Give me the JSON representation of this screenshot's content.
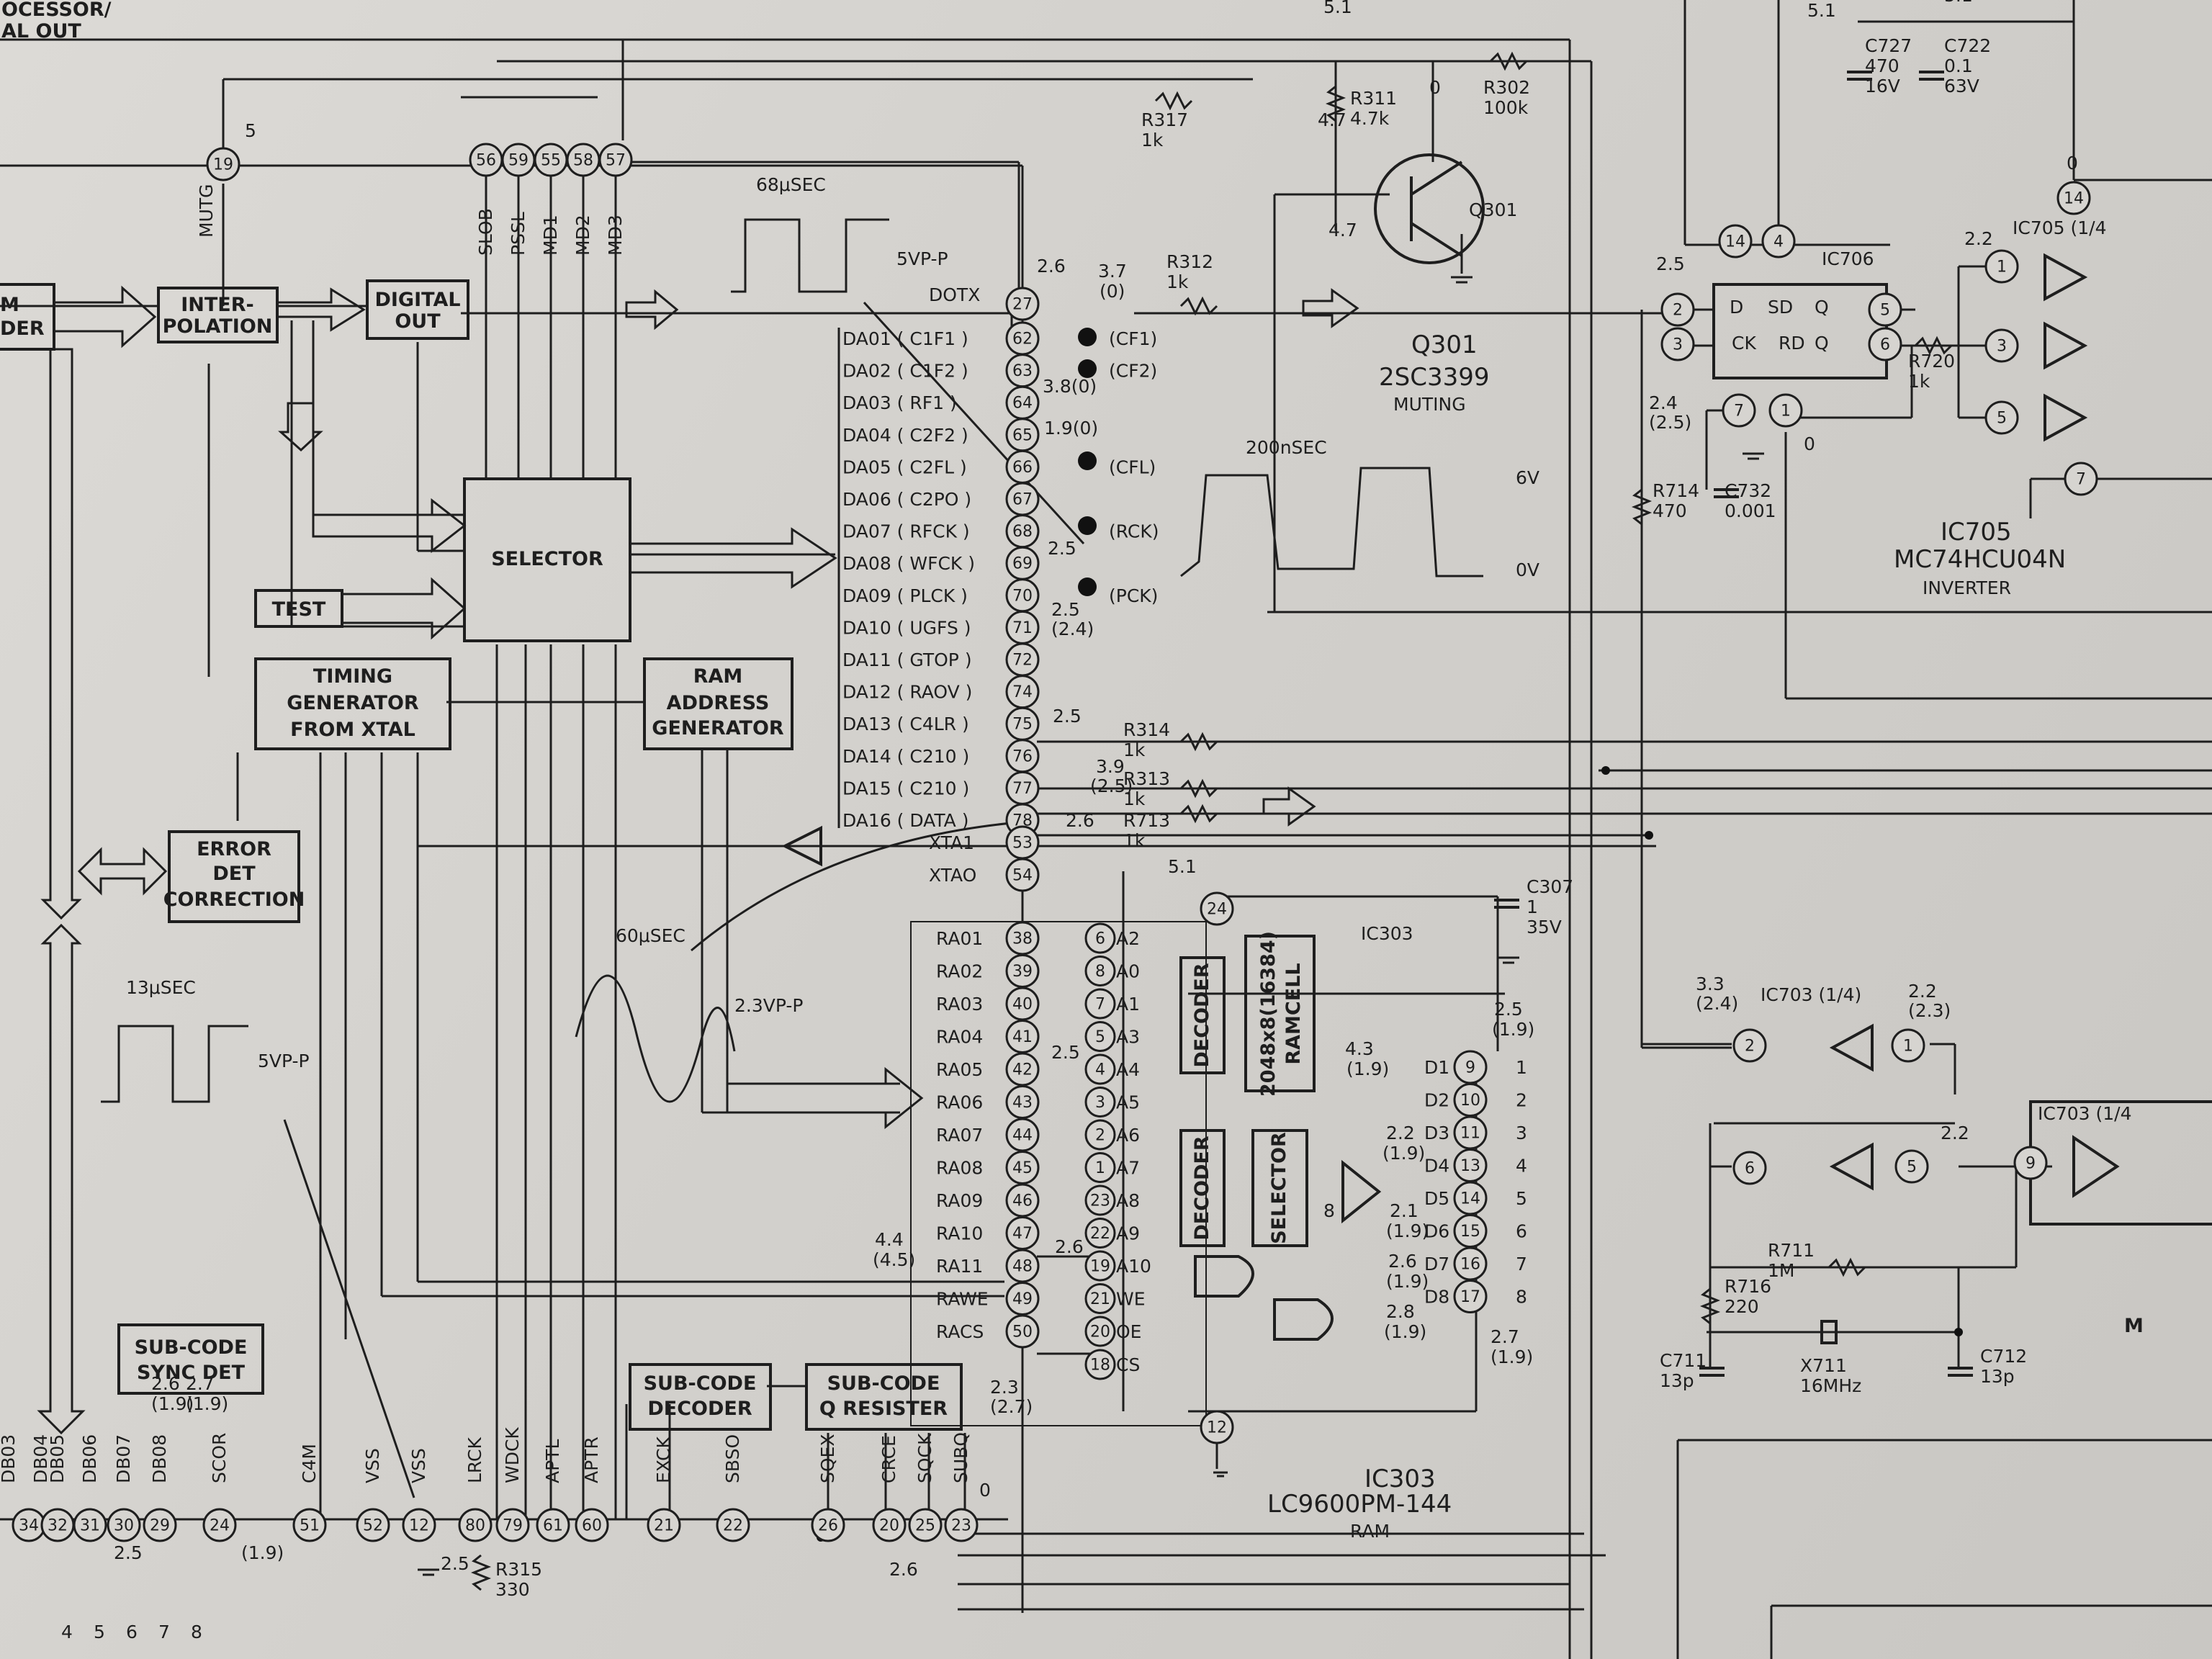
{
  "top_left": {
    "line1": "OCESSOR/",
    "line2": "AL OUT"
  },
  "blocks": {
    "left_cut": [
      "M",
      "DER"
    ],
    "interpolation": [
      "INTER-",
      "POLATION"
    ],
    "digital_out": [
      "DIGITAL",
      "OUT"
    ],
    "selector": "SELECTOR",
    "test": "TEST",
    "timing": [
      "TIMING",
      "GENERATOR",
      "FROM XTAL"
    ],
    "ram_addr": [
      "RAM",
      "ADDRESS",
      "GENERATOR"
    ],
    "error": [
      "ERROR",
      "DET",
      "CORRECTION"
    ],
    "subcode_sync": [
      "SUB-CODE",
      "SYNC DET"
    ],
    "subcode_dec": [
      "SUB-CODE",
      "DECODER"
    ],
    "subcode_q": [
      "SUB-CODE",
      "Q RESISTER"
    ],
    "decoder": "DECODER",
    "ramcell": [
      "2048x8(16384)",
      "RAMCELL"
    ],
    "selector2": "SELECTOR"
  },
  "top_pins": {
    "mutg_pin": "19",
    "mutg": "MUTG",
    "pins": [
      {
        "num": "56",
        "name": "SLOB"
      },
      {
        "num": "59",
        "name": "PSSL"
      },
      {
        "num": "55",
        "name": "MD1"
      },
      {
        "num": "58",
        "name": "MD2"
      },
      {
        "num": "57",
        "name": "MD3"
      }
    ]
  },
  "waveforms": {
    "w68": "68μSEC",
    "w68v": "5VP-P",
    "w200": "200nSEC",
    "v6": "6V",
    "v0": "0V",
    "w60": "60μSEC",
    "w60v": "2.3VP-P",
    "w13": "13μSEC",
    "w13v": "5VP-P"
  },
  "dotx": {
    "label": "DOTX",
    "pin": "27"
  },
  "da_rows": [
    {
      "label": "DA01 ( C1F1 )",
      "pin": "62",
      "test": "(CF1)"
    },
    {
      "label": "DA02 ( C1F2 )",
      "pin": "63",
      "test": "(CF2)"
    },
    {
      "label": "DA03 ( RF1 )",
      "pin": "64",
      "test": ""
    },
    {
      "label": "DA04 ( C2F2 )",
      "pin": "65",
      "test": ""
    },
    {
      "label": "DA05 ( C2FL )",
      "pin": "66",
      "test": "(CFL)"
    },
    {
      "label": "DA06 ( C2PO )",
      "pin": "67",
      "test": ""
    },
    {
      "label": "DA07 ( RFCK )",
      "pin": "68",
      "test": "(RCK)"
    },
    {
      "label": "DA08 ( WFCK )",
      "pin": "69",
      "test": ""
    },
    {
      "label": "DA09 ( PLCK )",
      "pin": "70",
      "test": "(PCK)"
    },
    {
      "label": "DA10 ( UGFS )",
      "pin": "71",
      "test": ""
    },
    {
      "label": "DA11 ( GTOP )",
      "pin": "72",
      "test": ""
    },
    {
      "label": "DA12 ( RAOV )",
      "pin": "74",
      "test": ""
    },
    {
      "label": "DA13 ( C4LR )",
      "pin": "75",
      "test": ""
    },
    {
      "label": "DA14 ( C210 )",
      "pin": "76",
      "test": ""
    },
    {
      "label": "DA15 ( C210 )",
      "pin": "77",
      "test": ""
    },
    {
      "label": "DA16 ( DATA )",
      "pin": "78",
      "test": ""
    }
  ],
  "xta": [
    {
      "label": "XTA1",
      "pin": "53"
    },
    {
      "label": "XTAO",
      "pin": "54"
    }
  ],
  "ra_rows": [
    {
      "label": "RA01",
      "pin": "38",
      "rpin": "6",
      "addr": "A2"
    },
    {
      "label": "RA02",
      "pin": "39",
      "rpin": "8",
      "addr": "A0"
    },
    {
      "label": "RA03",
      "pin": "40",
      "rpin": "7",
      "addr": "A1"
    },
    {
      "label": "RA04",
      "pin": "41",
      "rpin": "5",
      "addr": "A3"
    },
    {
      "label": "RA05",
      "pin": "42",
      "rpin": "4",
      "addr": "A4"
    },
    {
      "label": "RA06",
      "pin": "43",
      "rpin": "3",
      "addr": "A5"
    },
    {
      "label": "RA07",
      "pin": "44",
      "rpin": "2",
      "addr": "A6"
    },
    {
      "label": "RA08",
      "pin": "45",
      "rpin": "1",
      "addr": "A7"
    },
    {
      "label": "RA09",
      "pin": "46",
      "rpin": "23",
      "addr": "A8"
    },
    {
      "label": "RA10",
      "pin": "47",
      "rpin": "22",
      "addr": "A9"
    },
    {
      "label": "RA11",
      "pin": "48",
      "rpin": "19",
      "addr": "A10"
    },
    {
      "label": "RAWE",
      "pin": "49",
      "rpin": "21",
      "addr": "WE"
    },
    {
      "label": "RACS",
      "pin": "50",
      "rpin": "20",
      "addr": "OE"
    }
  ],
  "cs": {
    "rpin": "18",
    "addr": "CS"
  },
  "ic303_pins": {
    "vcc": "24",
    "gnd": "12"
  },
  "d_rows": [
    {
      "label": "D1",
      "pin": "9",
      "n": "1"
    },
    {
      "label": "D2",
      "pin": "10",
      "n": "2"
    },
    {
      "label": "D3",
      "pin": "11",
      "n": "3"
    },
    {
      "label": "D4",
      "pin": "13",
      "n": "4"
    },
    {
      "label": "D5",
      "pin": "14",
      "n": "5"
    },
    {
      "label": "D6",
      "pin": "15",
      "n": "6"
    },
    {
      "label": "D7",
      "pin": "16",
      "n": "7"
    },
    {
      "label": "D8",
      "pin": "17",
      "n": "8"
    }
  ],
  "bus8": "8",
  "bottom_pins": [
    {
      "num": "34",
      "name": ""
    },
    {
      "num": "32",
      "name": "DB05"
    },
    {
      "num": "31",
      "name": "DB06"
    },
    {
      "num": "30",
      "name": "DB07"
    },
    {
      "num": "29",
      "name": "DB08"
    },
    {
      "num": "24",
      "name": "SCOR"
    },
    {
      "num": "51",
      "name": "C4M"
    },
    {
      "num": "52",
      "name": "VSS"
    },
    {
      "num": "12",
      "name": "VSS"
    },
    {
      "num": "80",
      "name": "LRCK"
    },
    {
      "num": "79",
      "name": "WDCK"
    },
    {
      "num": "61",
      "name": "APTL"
    },
    {
      "num": "60",
      "name": "APTR"
    },
    {
      "num": "21",
      "name": "EXCK"
    },
    {
      "num": "22",
      "name": "SBSO"
    },
    {
      "num": "26",
      "name": "SQEX"
    },
    {
      "num": "20",
      "name": "CRCE"
    },
    {
      "num": "25",
      "name": "SQCK"
    },
    {
      "num": "23",
      "name": "SUBQ"
    }
  ],
  "bottom_numbers": [
    "4",
    "5",
    "6",
    "7",
    "8"
  ],
  "left_cut_bus": [
    "DB03",
    "DB04"
  ],
  "components": {
    "r311": [
      "R311",
      "4.7k"
    ],
    "r302": [
      "R302",
      "100k"
    ],
    "r317": [
      "R317",
      "1k"
    ],
    "r312": [
      "R312",
      "1k"
    ],
    "r314": [
      "R314",
      "1k"
    ],
    "r313": [
      "R313",
      "1k"
    ],
    "r713": [
      "R713",
      "1k"
    ],
    "r315": [
      "R315",
      "330"
    ],
    "r720": [
      "R720",
      "1k"
    ],
    "r714": [
      "R714",
      "470"
    ],
    "c732": [
      "C732",
      "0.001"
    ],
    "r711": [
      "R711",
      "1M"
    ],
    "r716": [
      "R716",
      "220"
    ],
    "c711": [
      "C711",
      "13p"
    ],
    "c712": [
      "C712",
      "13p"
    ],
    "x711": [
      "X711",
      "16MHz"
    ],
    "c727": [
      "C727",
      "470",
      "16V"
    ],
    "c722": [
      "C722",
      "0.1",
      "63V"
    ],
    "c307": [
      "C307",
      "1",
      "35V"
    ]
  },
  "q301": {
    "ref": "Q301",
    "part": "2SC3399",
    "func": "MUTING"
  },
  "ic303": {
    "ref": "IC303",
    "part": "LC9600PM-144",
    "func": "RAM",
    "inner": "IC303"
  },
  "ic706": {
    "ref": "IC706",
    "pins": [
      "14",
      "4",
      "2",
      "3",
      "5",
      "6",
      "7",
      "1"
    ],
    "d": "D",
    "sd": "SD",
    "q": "Q",
    "ck": "CK",
    "rd": "RD",
    "qb": "Q"
  },
  "ic705": {
    "ref": "IC705",
    "part": "MC74HCU04N",
    "func": "INVERTER",
    "tag": "IC705 (1/4",
    "pins": [
      "14",
      "1",
      "3",
      "5",
      "7"
    ]
  },
  "ic703": {
    "tag1": "IC703 (1/4)",
    "tag2": "IC703 (1/4",
    "pins": [
      "2",
      "1",
      "6",
      "5",
      "9"
    ]
  },
  "right_m": "M",
  "voltages": [
    "5.1",
    "2.6",
    "3.7",
    "(0)",
    "3.8(0)",
    "1.9(0)",
    "2.5",
    "2.5",
    "(2.4)",
    "2.5",
    "3.9",
    "(2.5)",
    "2.6",
    "5.1",
    "4.4",
    "(4.5)",
    "2.3",
    "(2.7)",
    "2.6",
    "2.5",
    "4.3",
    "(1.9)",
    "2.2",
    "(1.9)",
    "2.1",
    "(1.9)",
    "2.6",
    "(1.9)",
    "2.8",
    "(1.9)",
    "2.7",
    "(1.9)",
    "2.5",
    "(1.9)",
    "4.7",
    "0",
    "4.7",
    "2.7",
    "(1.9)",
    "2.5",
    "5.1",
    "5.1",
    "2.5",
    "2.4",
    "(2.5)",
    "0",
    "3.3",
    "(2.4)",
    "2.2",
    "(2.3)",
    "2.2",
    "2.6",
    "(1.9)",
    "2.2",
    "(1.9)",
    "0",
    "5",
    "0",
    "2.5",
    "2.6"
  ]
}
